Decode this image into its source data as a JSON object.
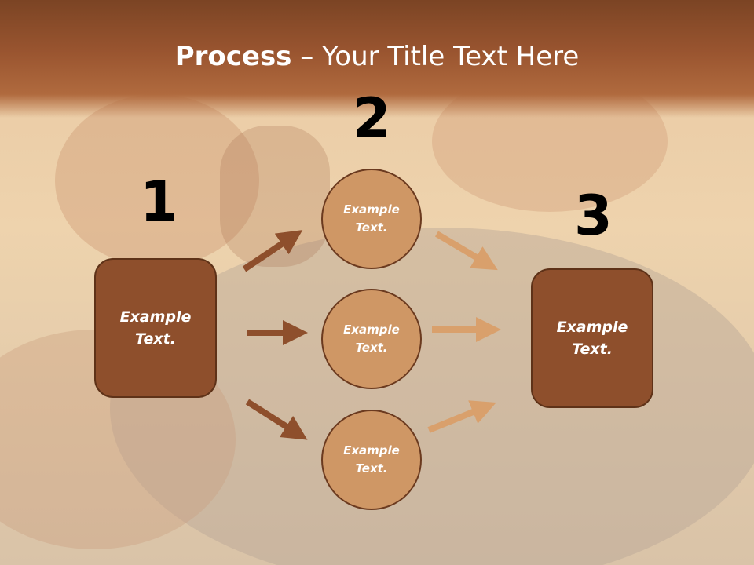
{
  "title": {
    "bold": "Process",
    "rest": " – Your Title Text Here"
  },
  "steps": [
    {
      "number": "1",
      "text": "Example\nText."
    },
    {
      "number": "2",
      "text": ""
    },
    {
      "number": "3",
      "text": "Example\nText."
    }
  ],
  "circles": [
    {
      "text": "Example\nText."
    },
    {
      "text": "Example\nText."
    },
    {
      "text": "Example\nText."
    }
  ],
  "colors": {
    "header": "#9a5530",
    "box_fill": "#8e4f2c",
    "circle_fill": "#cf9765",
    "arrow_dark": "#8e4f2c",
    "arrow_light": "#d9a06c"
  }
}
